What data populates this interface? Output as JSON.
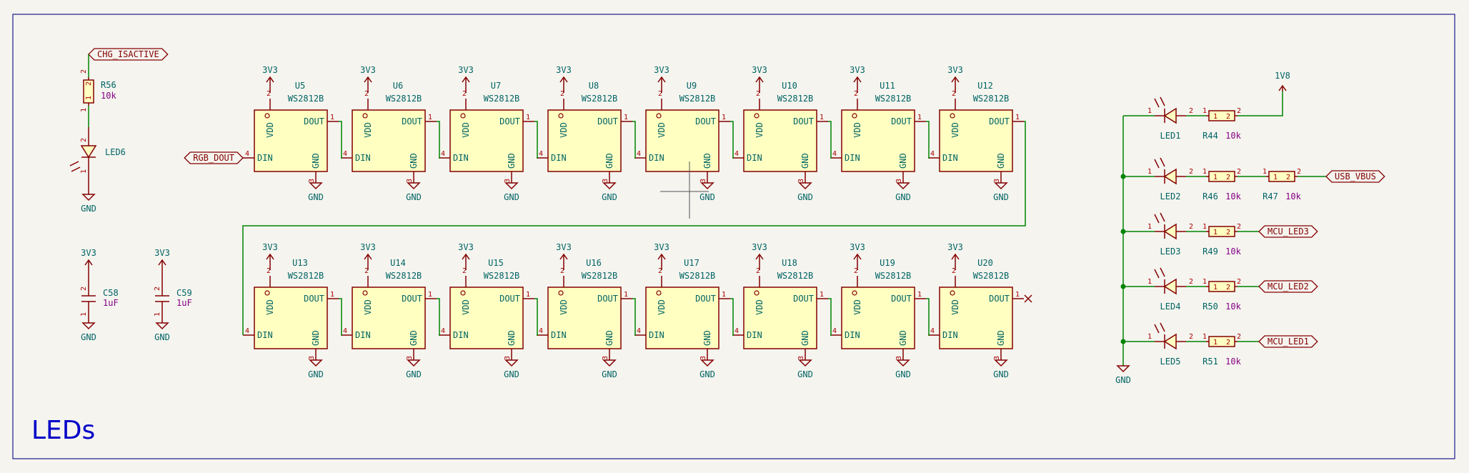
{
  "sheet_title": "LEDs",
  "power": {
    "v3": "3V3",
    "gnd": "GND",
    "v18": "1V8"
  },
  "labels": {
    "chg": "CHG_ISACTIVE",
    "rgb": "RGB_DOUT",
    "vbus": "USB_VBUS",
    "led3": "MCU_LED3",
    "led2": "MCU_LED2",
    "led1": "MCU_LED1"
  },
  "ic": {
    "value": "WS2812B",
    "din": "DIN",
    "dout": "DOUT",
    "vdd": "VDD",
    "gnd": "GND"
  },
  "pins": {
    "p1": "1",
    "p2": "2",
    "p3": "3",
    "p4": "4"
  },
  "row1": [
    "U5",
    "U6",
    "U7",
    "U8",
    "U9",
    "U10",
    "U11",
    "U12"
  ],
  "row2": [
    "U13",
    "U14",
    "U15",
    "U16",
    "U17",
    "U18",
    "U19",
    "U20"
  ],
  "left": {
    "r56": {
      "ref": "R56",
      "val": "10k"
    },
    "led6": {
      "ref": "LED6"
    },
    "c58": {
      "ref": "C58",
      "val": "1uF"
    },
    "c59": {
      "ref": "C59",
      "val": "1uF"
    }
  },
  "right": {
    "leds": [
      {
        "led": "LED1",
        "r": "R44",
        "val": "10k"
      },
      {
        "led": "LED2",
        "r": "R46",
        "val": "10k"
      },
      {
        "led": "LED3",
        "r": "R49",
        "val": "10k"
      },
      {
        "led": "LED4",
        "r": "R50",
        "val": "10k"
      },
      {
        "led": "LED5",
        "r": "R51",
        "val": "10k"
      }
    ],
    "r47": {
      "ref": "R47",
      "val": "10k"
    }
  },
  "colors": {
    "wire": "#008400",
    "device": "#840000",
    "fill": "#ffffc2",
    "border": "#1c1c8c",
    "title": "#0000c8"
  }
}
